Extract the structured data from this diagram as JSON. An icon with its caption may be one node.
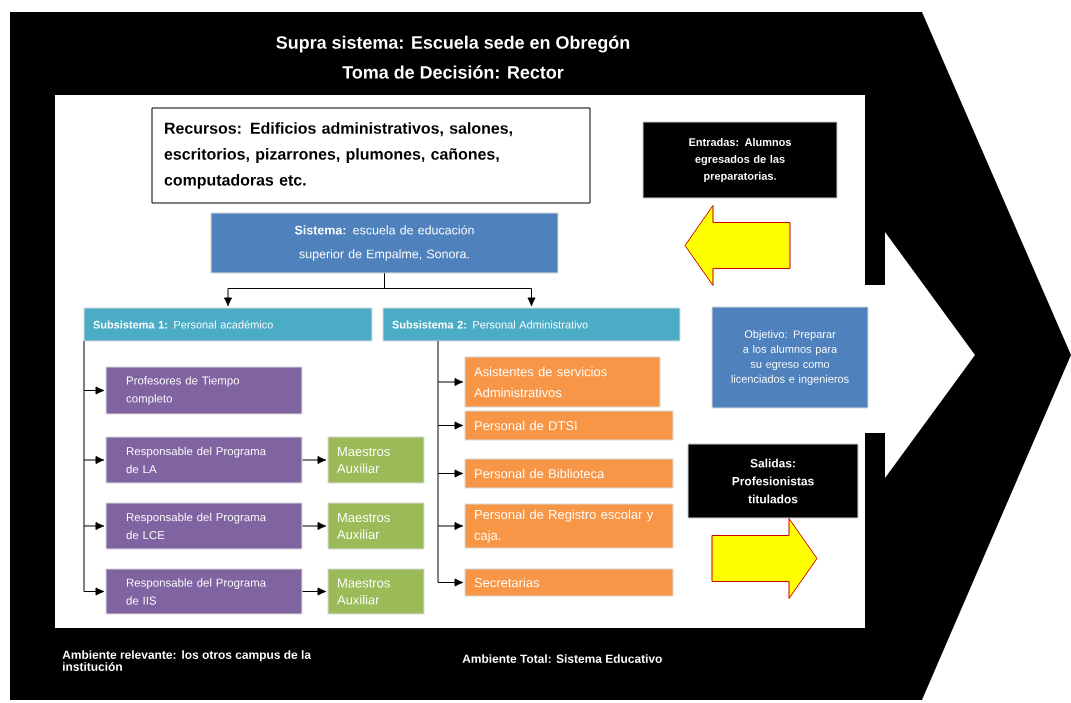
{
  "diagram": {
    "nodes": [
      {
        "text": [
          "Supra sistema: Escuela sede en Obregón",
          "Toma de Decisión: Rector",
          "Ambiente relevante: los otros campus de la institución",
          "Ambiente Total: Sistema Educativo"
        ]
      },
      {
        "text": [],
        "shape": "box",
        "in": 0
      },
      {
        "text": [
          "Recursos: Edificios administrativos, salones, escritorios, pizarrones, plumones, cañones, computadoras etc."
        ],
        "in": 1
      },
      {
        "text": [
          "Entradas: Alumnos egresados de las preparatorias."
        ],
        "in": 1
      },
      {
        "text": [
          "**Sistema:** escuela de educación superior de Empalme, Sonora."
        ],
        "in": 1
      },
      {
        "text": [
          "**Subsistema 1:** Personal académico"
        ],
        "in": 1
      },
      {
        "text": [
          "**Subsistema 2:** Personal Administrativo"
        ],
        "in": 1
      },
      {
        "text": [
          "Objetivo: Preparar a los alumnos para su egreso como licenciados e ingenieros"
        ],
        "in": 1
      },
      {
        "text": [
          "Profesores de Tiempo completo"
        ],
        "in": 1
      },
      {
        "text": [
          "Responsable del Programa de LA"
        ],
        "in": 1
      },
      {
        "text": [
          "Maestros Auxiliar"
        ],
        "in": 1
      },
      {
        "text": [
          "Responsable del Programa de LCE"
        ],
        "in": 1
      },
      {
        "text": [
          "Maestros Auxiliar"
        ],
        "in": 1
      },
      {
        "text": [
          "Responsable del Programa de IIS"
        ],
        "in": 1
      },
      {
        "text": [
          "Maestros Auxiliar"
        ],
        "in": 1
      },
      {
        "text": [
          "Asistentes de servicios Administrativos"
        ],
        "in": 1
      },
      {
        "text": [
          "Personal de DTSI"
        ],
        "in": 1
      },
      {
        "text": [
          "Personal de Biblioteca"
        ],
        "in": 1
      },
      {
        "text": [
          "Personal de Registro escolar y caja."
        ],
        "in": 1
      },
      {
        "text": [
          "Secretarias"
        ],
        "in": 1
      },
      {
        "text": [
          "Salidas: Profesionistas titulados"
        ],
        "in": 1
      }
    ],
    "edges": [
      {
        "from": 4,
        "to": 5,
        "arrow": "to"
      },
      {
        "from": 4,
        "to": 6,
        "arrow": "to"
      },
      {
        "from": 5,
        "to": 8,
        "arrow": "to"
      },
      {
        "from": 5,
        "to": 9,
        "arrow": "to"
      },
      {
        "from": 5,
        "to": 11,
        "arrow": "to"
      },
      {
        "from": 5,
        "to": 13,
        "arrow": "to"
      },
      {
        "from": 9,
        "to": 10,
        "arrow": "to"
      },
      {
        "from": 11,
        "to": 12,
        "arrow": "to"
      },
      {
        "from": 13,
        "to": 14,
        "arrow": "to"
      },
      {
        "from": 6,
        "to": 15,
        "arrow": "to"
      },
      {
        "from": 6,
        "to": 16,
        "arrow": "to"
      },
      {
        "from": 6,
        "to": 17,
        "arrow": "to"
      },
      {
        "from": 6,
        "to": 18,
        "arrow": "to"
      },
      {
        "from": 6,
        "to": 19,
        "arrow": "to"
      },
      {
        "from": 3,
        "to": null,
        "arrow": "to",
        "style": "thick",
        "color": "#ffff00"
      },
      {
        "from": 20,
        "to": null,
        "arrow": "to",
        "style": "thick",
        "color": "#ffff00"
      }
    ]
  }
}
